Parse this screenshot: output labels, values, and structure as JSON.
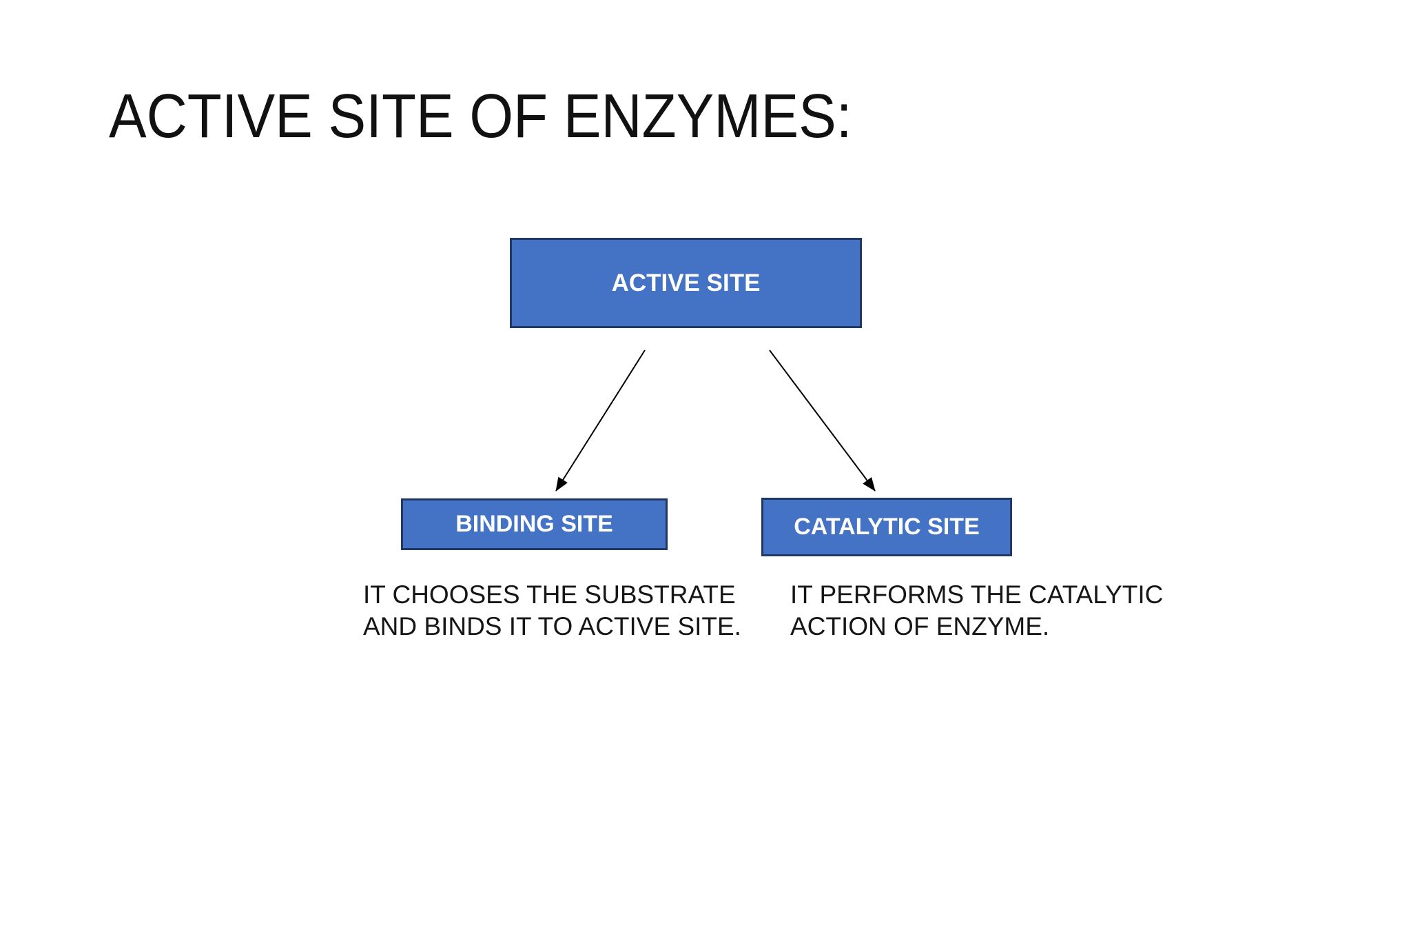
{
  "slide": {
    "title": "ACTIVE SITE OF ENZYMES:",
    "colors": {
      "box_fill": "#4472C4",
      "box_border": "#1F3864",
      "box_text": "#FFFFFF",
      "body_text": "#161616",
      "arrow": "#000000",
      "background": "#FFFFFF"
    },
    "root_node": {
      "label": "ACTIVE SITE"
    },
    "branches": [
      {
        "label": "BINDING SITE",
        "description_lines": [
          "IT CHOOSES THE SUBSTRATE",
          "AND BINDS IT TO ACTIVE SITE."
        ]
      },
      {
        "label": "CATALYTIC SITE",
        "description_lines": [
          "IT PERFORMS THE CATALYTIC",
          "ACTION OF ENZYME."
        ]
      }
    ]
  }
}
